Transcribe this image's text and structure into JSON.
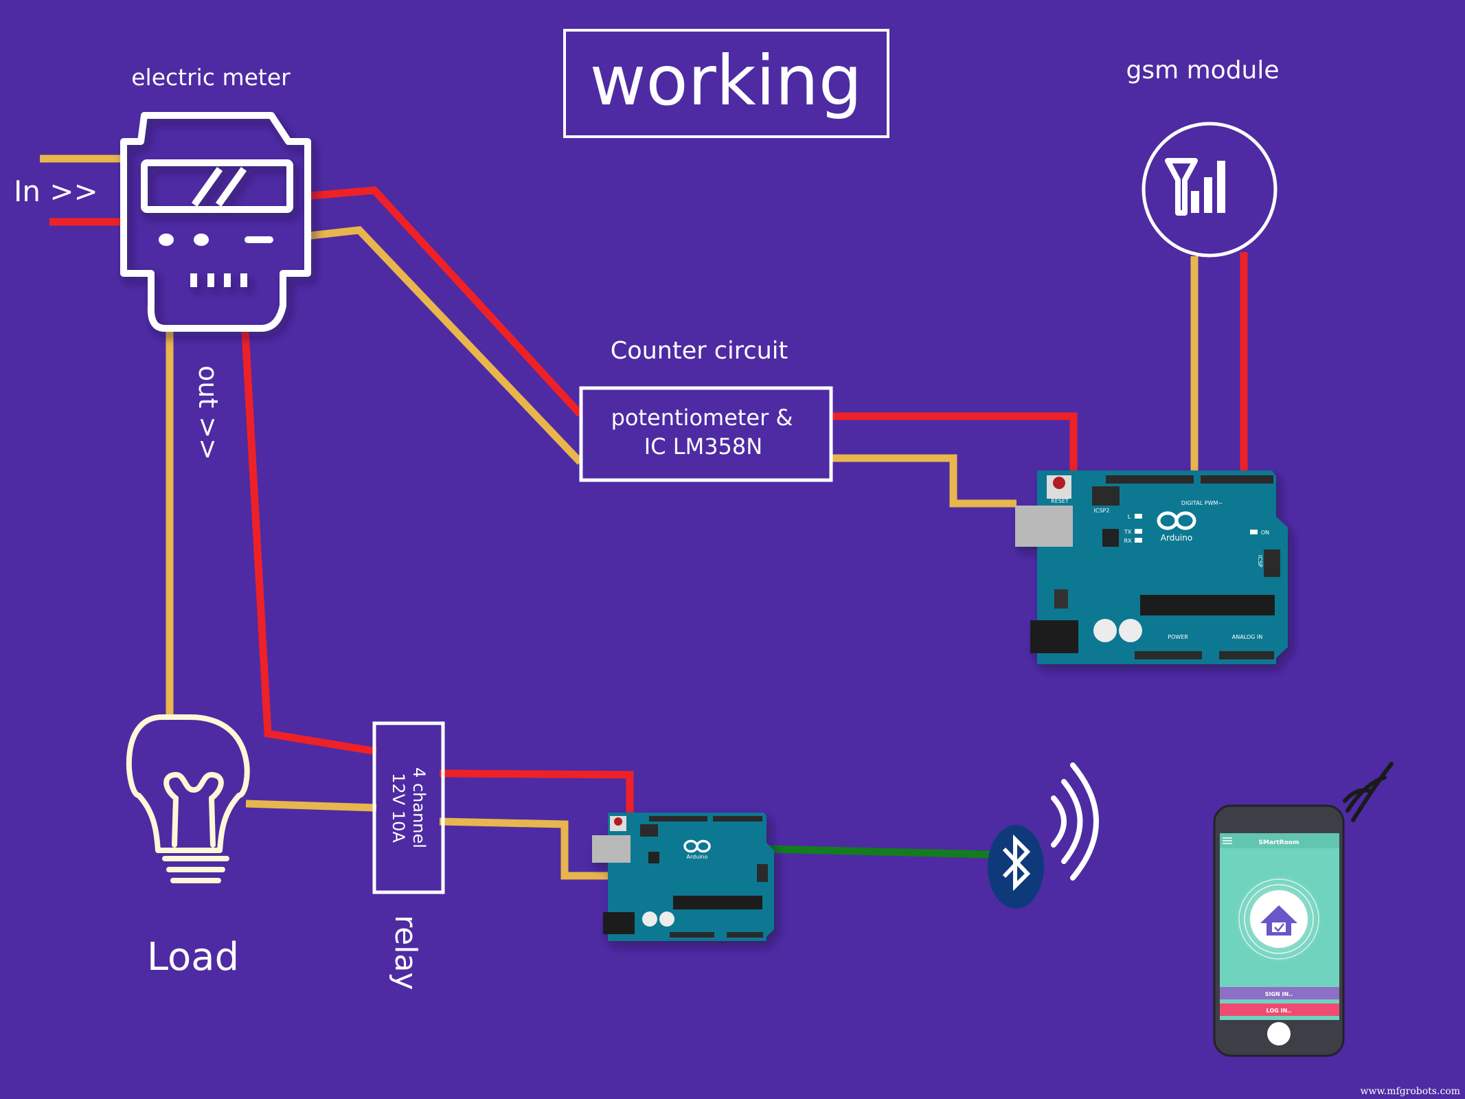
{
  "title": "working",
  "labels": {
    "electric_meter": "electric meter",
    "in": "In >>",
    "out": "out >>",
    "gsm_module": "gsm module",
    "counter_circuit": "Counter circuit",
    "counter_box_line1": "potentiometer &",
    "counter_box_line2": "IC LM358N",
    "load": "Load",
    "relay": "relay",
    "relay_box_line1": "4 channel",
    "relay_box_line2": "12V 10A"
  },
  "arduino": {
    "brand": "Arduino",
    "reset": "RESET",
    "digital": "DIGITAL PWM~",
    "analog": "ANALOG IN",
    "power": "POWER",
    "on": "ON",
    "icsp": "ICSP",
    "icsp2": "ICSP2",
    "tx": "TX",
    "rx": "RX",
    "l": "L"
  },
  "phone_app": {
    "title": "SMartRoom",
    "sign_in": "SIGN IN..",
    "log_in": "LOG IN.."
  },
  "watermark": "www.mfgrobots.com",
  "colors": {
    "background": "#4e2ba3",
    "wire_red": "#ee2127",
    "wire_yellow": "#e8b64c",
    "wire_green": "#127c1e",
    "arduino_board": "#0f7892",
    "bluetooth": "#0e3a7c",
    "app_teal": "#6fd3bd"
  }
}
